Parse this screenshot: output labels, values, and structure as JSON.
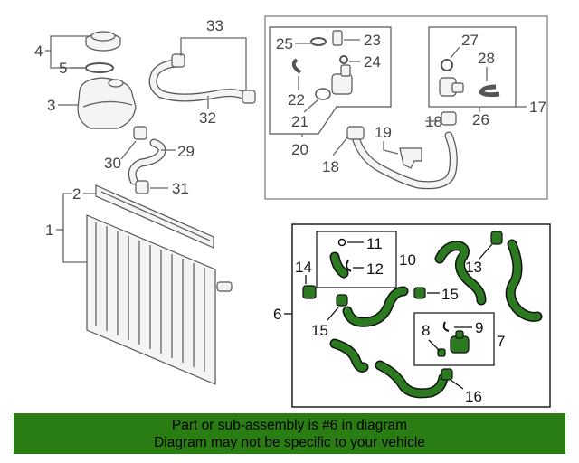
{
  "callouts": {
    "c1": "1",
    "c2": "2",
    "c3": "3",
    "c4": "4",
    "c5": "5",
    "c6": "6",
    "c7": "7",
    "c8": "8",
    "c9": "9",
    "c10": "10",
    "c11": "11",
    "c12": "12",
    "c13": "13",
    "c14": "14",
    "c15a": "15",
    "c15b": "15",
    "c16": "16",
    "c17": "17",
    "c18a": "18",
    "c18b": "18",
    "c19": "19",
    "c20": "20",
    "c21": "21",
    "c22": "22",
    "c23": "23",
    "c24": "24",
    "c25": "25",
    "c26": "26",
    "c27": "27",
    "c28": "28",
    "c29": "29",
    "c30": "30",
    "c31": "31",
    "c32": "32",
    "c33": "33"
  },
  "footer": {
    "line1": "Part or sub-assembly is #6 in diagram",
    "line2": "Diagram may not be specific to your vehicle"
  },
  "colors": {
    "highlight": "#2b7a1f",
    "footer_bg": "#2a7d12"
  }
}
